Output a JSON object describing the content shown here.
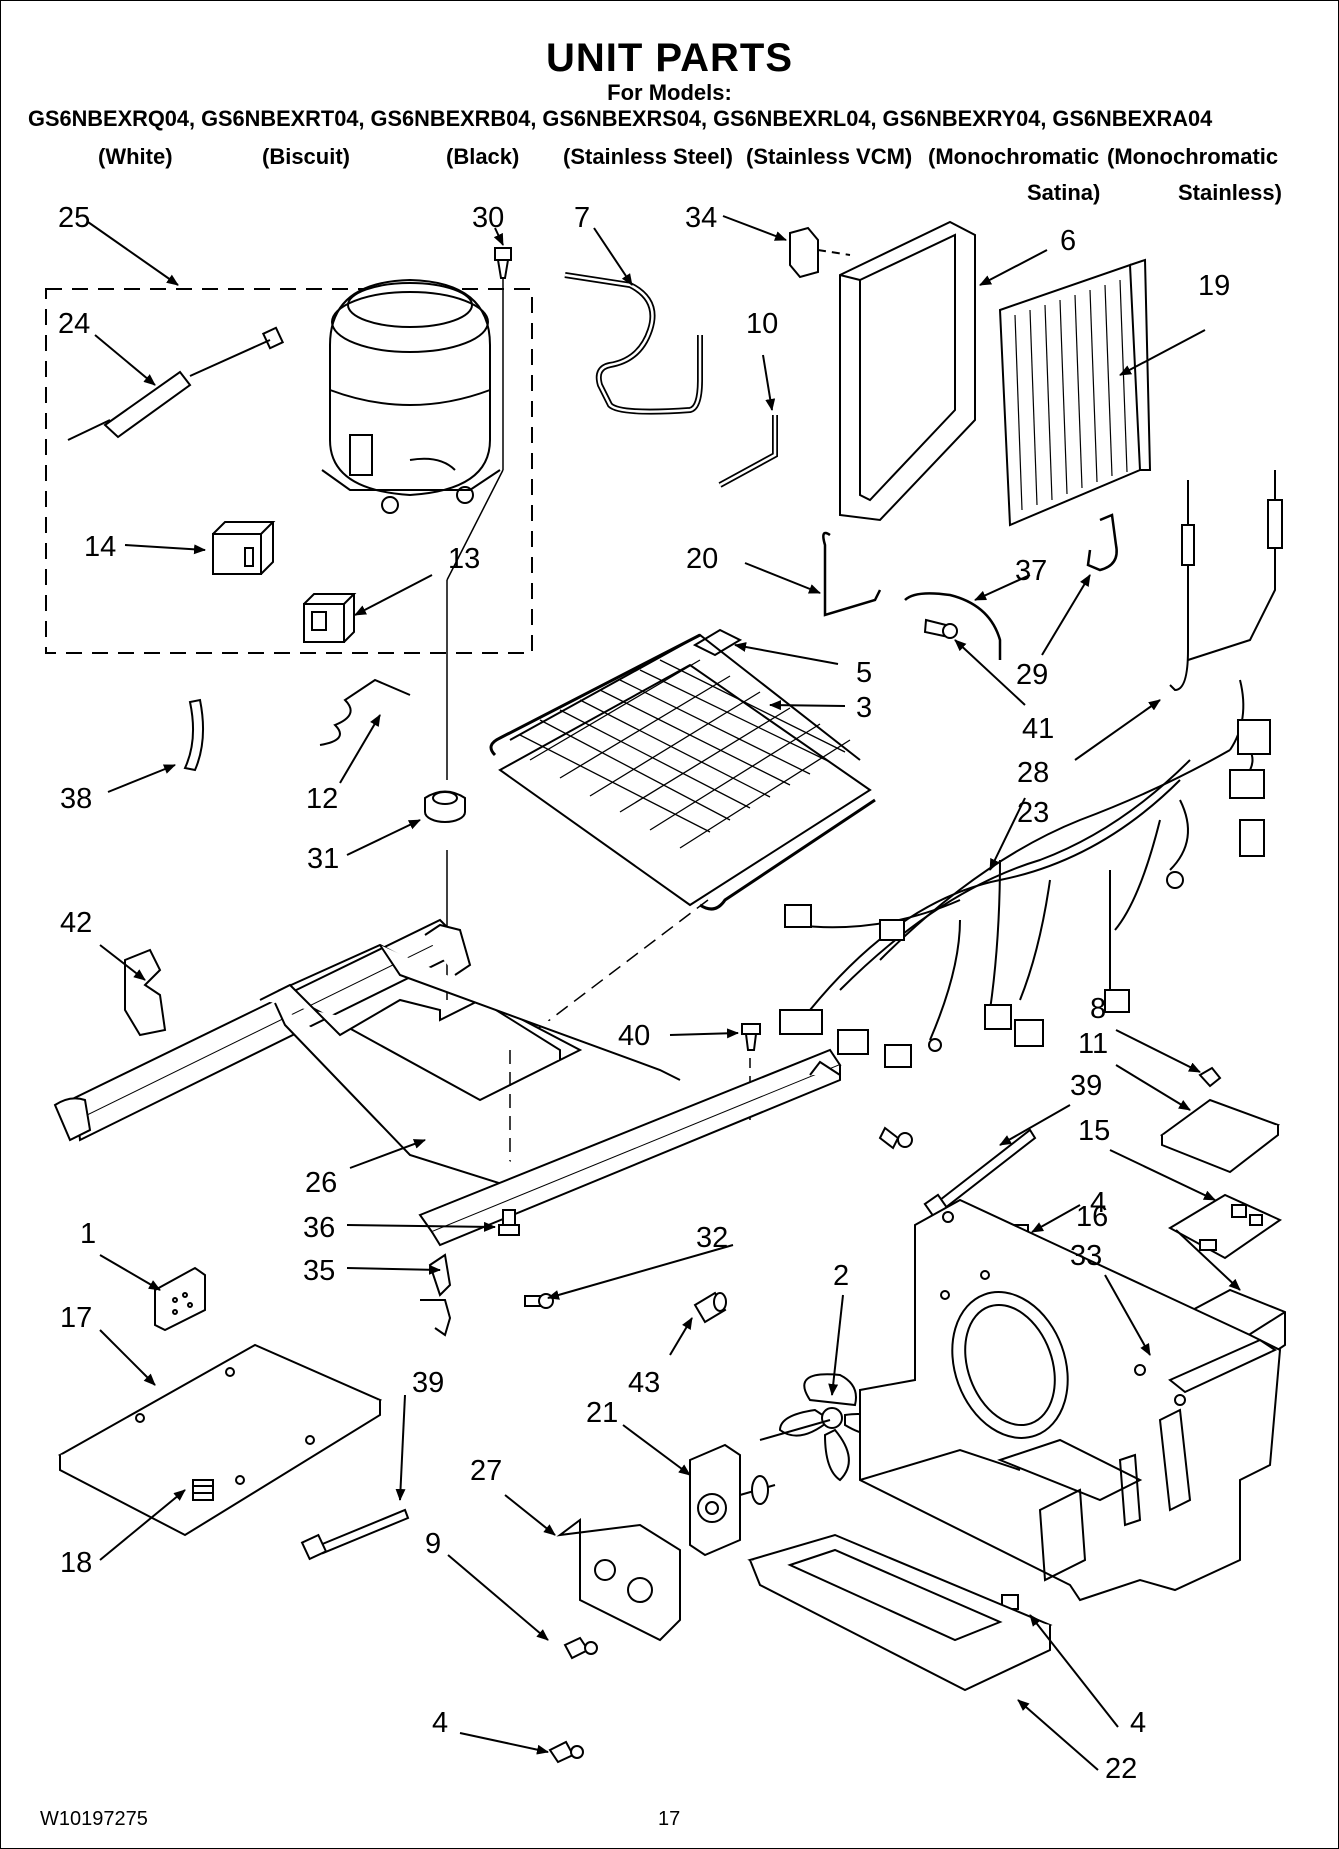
{
  "header": {
    "title": "UNIT PARTS",
    "subtitle": "For Models:",
    "models": "GS6NBEXRQ04, GS6NBEXRT04, GS6NBEXRB04, GS6NBEXRS04, GS6NBEXRL04, GS6NBEXRY04, GS6NBEXRA04",
    "variants": [
      "(White)",
      "(Biscuit)",
      "(Black)",
      "(Stainless Steel)",
      "(Stainless VCM)",
      "(Monochromatic",
      "(Monochromatic",
      "Satina)",
      "Stainless)"
    ]
  },
  "callouts": [
    "25",
    "30",
    "7",
    "34",
    "6",
    "19",
    "24",
    "10",
    "14",
    "13",
    "20",
    "37",
    "29",
    "5",
    "3",
    "41",
    "38",
    "12",
    "28",
    "23",
    "31",
    "42",
    "40",
    "8",
    "11",
    "39",
    "15",
    "26",
    "4",
    "16",
    "36",
    "1",
    "32",
    "35",
    "33",
    "2",
    "17",
    "43",
    "21",
    "39",
    "27",
    "9",
    "18",
    "4",
    "4",
    "22"
  ],
  "footer": {
    "doc_number": "W10197275",
    "page_number": "17"
  }
}
